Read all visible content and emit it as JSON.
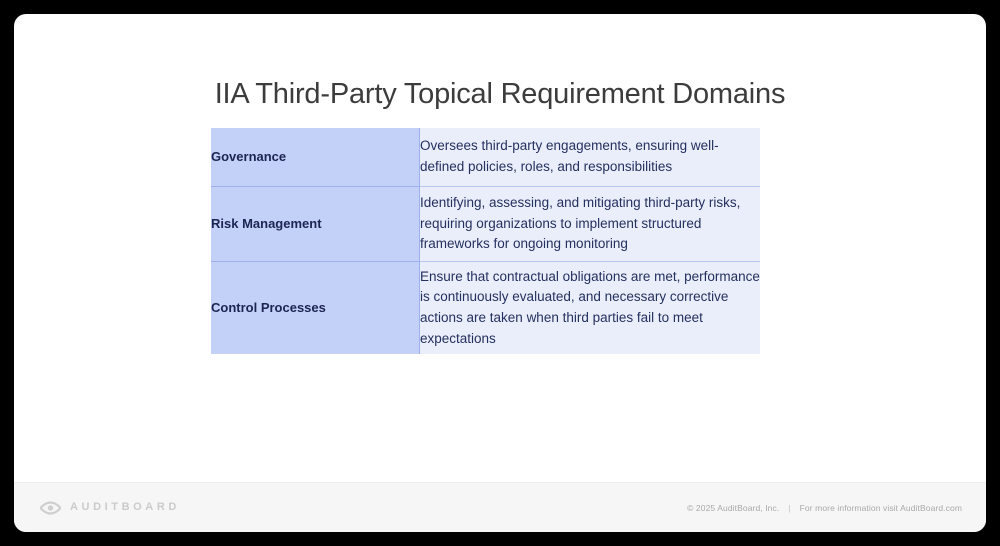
{
  "slide": {
    "title": "IIA Third-Party Topical Requirement Domains",
    "background_color": "#ffffff",
    "page_background_color": "#000000"
  },
  "table": {
    "label_column_color": "#c3d0f7",
    "description_column_color": "#eaeefb",
    "text_color": "#1c2552",
    "rows": [
      {
        "label": "Governance",
        "description": "Oversees third-party engagements, ensuring well-defined policies, roles, and responsibilities"
      },
      {
        "label": "Risk Management",
        "description": "Identifying, assessing, and mitigating third-party risks, requiring organizations to implement structured frameworks for ongoing monitoring"
      },
      {
        "label": "Control Processes",
        "description": "Ensure that contractual obligations are met, performance is continuously evaluated, and necessary corrective actions are taken when third parties fail to meet expectations"
      }
    ]
  },
  "footer": {
    "logo_icon": "auditboard-eye-logo-icon",
    "logo_wordmark": "AUDITBOARD",
    "copyright": "© 2025  AuditBoard, Inc.",
    "separator": "|",
    "info": "For more information visit AuditBoard.com"
  }
}
